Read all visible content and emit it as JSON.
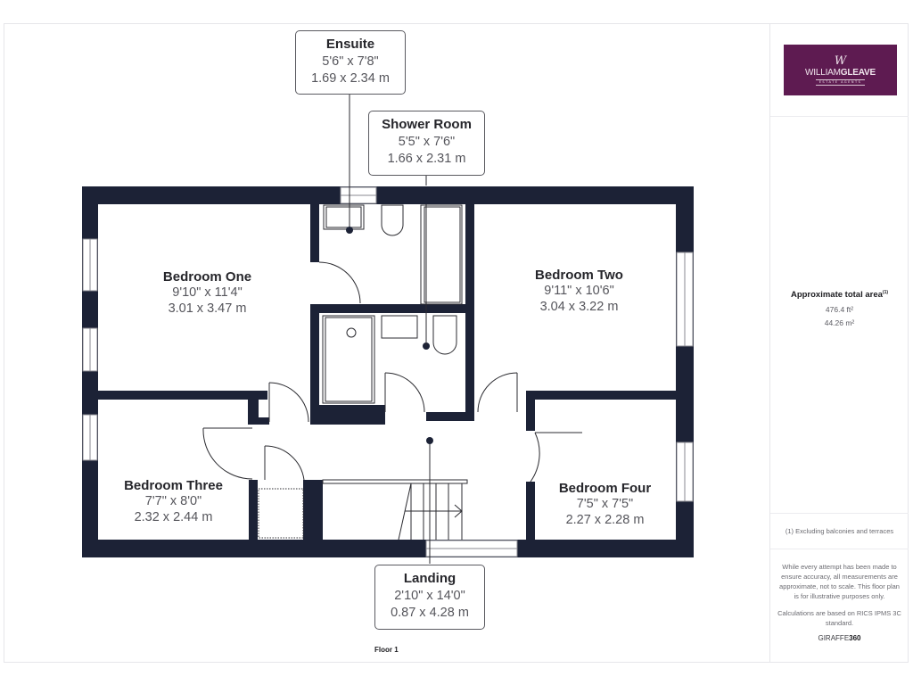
{
  "floor_label": "Floor 1",
  "rooms": {
    "bedroom_one": {
      "name": "Bedroom One",
      "imperial": "9'10\" x 11'4\"",
      "metric": "3.01 x 3.47 m"
    },
    "bedroom_two": {
      "name": "Bedroom Two",
      "imperial": "9'11\" x 10'6\"",
      "metric": "3.04 x 3.22 m"
    },
    "bedroom_three": {
      "name": "Bedroom Three",
      "imperial": "7'7\" x 8'0\"",
      "metric": "2.32 x 2.44 m"
    },
    "bedroom_four": {
      "name": "Bedroom Four",
      "imperial": "7'5\" x 7'5\"",
      "metric": "2.27 x 2.28 m"
    },
    "ensuite": {
      "name": "Ensuite",
      "imperial": "5'6\" x 7'8\"",
      "metric": "1.69 x 2.34 m"
    },
    "shower_room": {
      "name": "Shower Room",
      "imperial": "5'5\" x 7'6\"",
      "metric": "1.66 x 2.31 m"
    },
    "landing": {
      "name": "Landing",
      "imperial": "2'10\" x 14'0\"",
      "metric": "0.87 x 4.28 m"
    }
  },
  "sidebar": {
    "logo": {
      "mark": "W",
      "name_light": "WILLIAM",
      "name_bold": "GLEAVE",
      "tagline": "ESTATE AGENTS"
    },
    "area_title": "Approximate total area",
    "area_footnote_mark": "(1)",
    "area_sqft": "476.4 ft²",
    "area_sqm": "44.26 m²",
    "footnote": "(1) Excluding balconies and terraces",
    "disclaimer": "While every attempt has been made to ensure accuracy, all measurements are approximate, not to scale. This floor plan is for illustrative purposes only.",
    "calculation_note": "Calculations are based on RICS IPMS 3C standard.",
    "brand_light": "GIRAFFE",
    "brand_bold": "360"
  },
  "colors": {
    "wall": "#1c2236",
    "logo_bg": "#5e1b51",
    "frame_border": "#e6e6ea"
  }
}
